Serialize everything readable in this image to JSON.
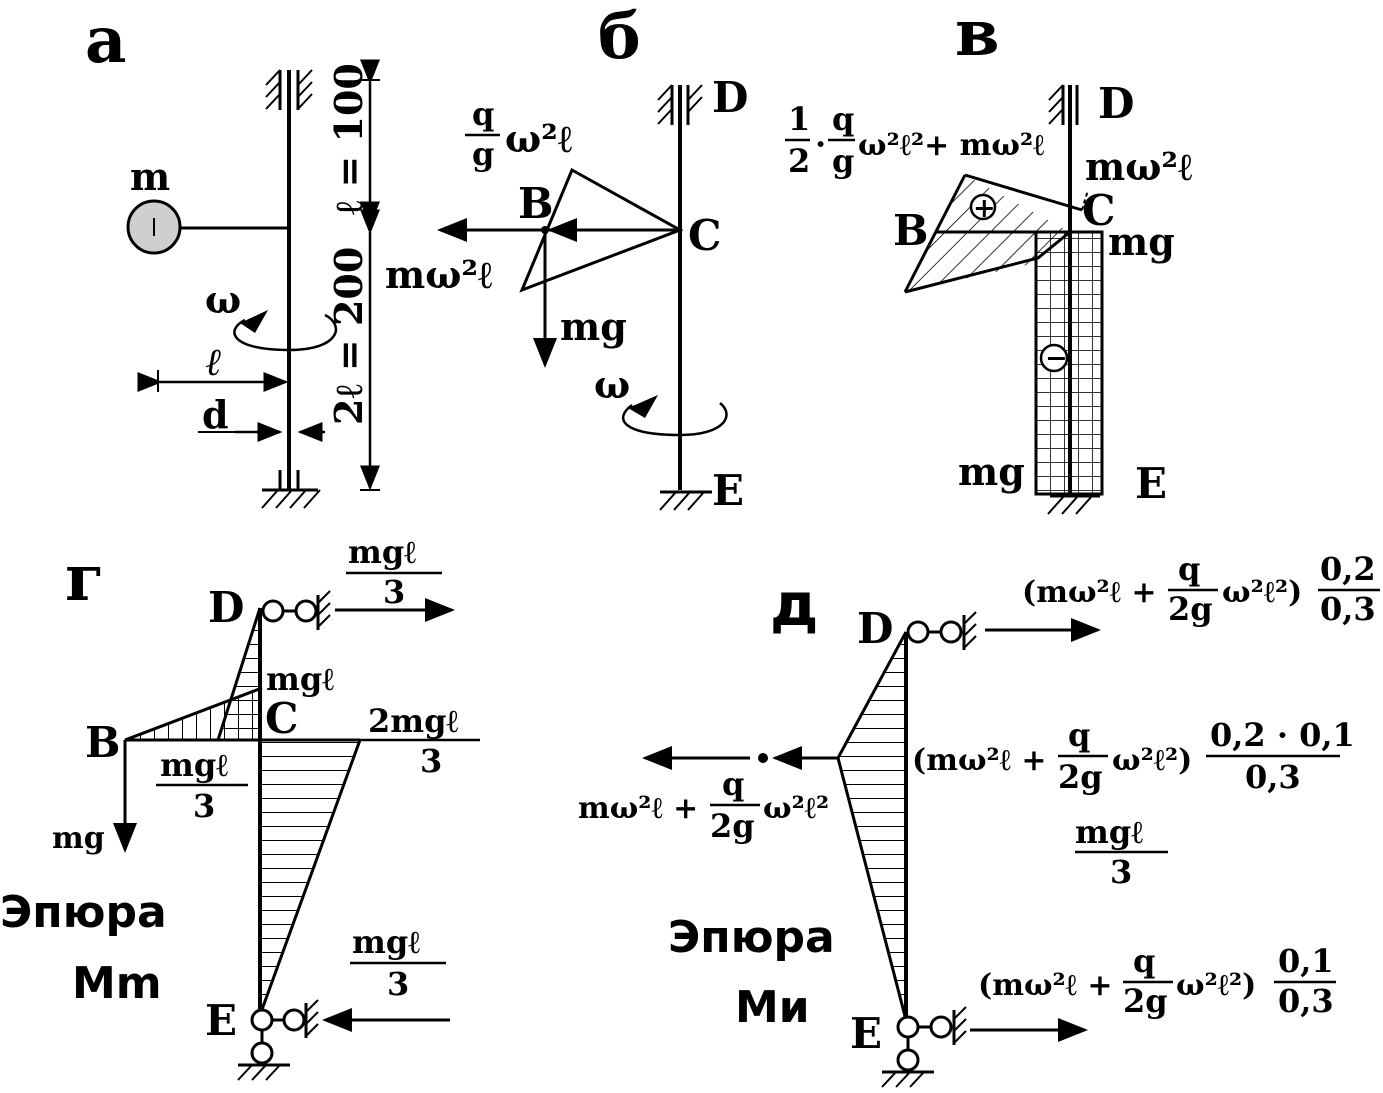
{
  "panels": {
    "a": {
      "letter": "а",
      "mass_label": "m",
      "omega": "ω",
      "ell": "ℓ",
      "d": "d",
      "dim_top": "ℓ = 100",
      "dim_bottom": "2ℓ = 200"
    },
    "b": {
      "letter": "б",
      "D": "D",
      "B": "B",
      "C": "C",
      "E": "E",
      "q_num": "q",
      "q_den": "g",
      "q_rest": "ω²ℓ",
      "centrifugal": "mω²ℓ",
      "weight": "mg",
      "omega": "ω"
    },
    "v": {
      "letter": "в",
      "D": "D",
      "B": "B",
      "C": "C",
      "E": "E",
      "half_num": "1",
      "half_den": "2",
      "q_num": "q",
      "q_den": "g",
      "combo_rest": "ω²ℓ²+ mω²ℓ",
      "centrifugal": "mω²ℓ",
      "mg_top": "mg",
      "mg_bottom": "mg",
      "plus": "+",
      "minus": "−"
    },
    "g": {
      "letter": "г",
      "D": "D",
      "B": "B",
      "C": "C",
      "E": "E",
      "top_num": "mgℓ",
      "top_den": "3",
      "mid_label": "mgℓ",
      "right_num": "2mgℓ",
      "right_den": "3",
      "left_num": "mgℓ",
      "left_den": "3",
      "bottom_num": "mgℓ",
      "bottom_den": "3",
      "weight": "mg",
      "caption1": "Эпюра",
      "caption2": "Mm"
    },
    "d": {
      "letter": "д",
      "D": "D",
      "E": "E",
      "top_expr": "(mω²ℓ + ",
      "q_num": "q",
      "q_den": "2g",
      "expr_close": "ω²ℓ²)",
      "top_ratio_num": "0,2",
      "top_ratio_den": "0,3",
      "mid_ratio_num": "0,2 · 0,1",
      "mid_ratio_den": "0,3",
      "bot_ratio_num": "0,1",
      "bot_ratio_den": "0,3",
      "left_expr": "mω²ℓ + ",
      "left_expr_close": "ω²ℓ²",
      "mgl_num": "mgℓ",
      "mgl_den": "3",
      "caption1": "Эпюра",
      "caption2": "Mи"
    }
  }
}
